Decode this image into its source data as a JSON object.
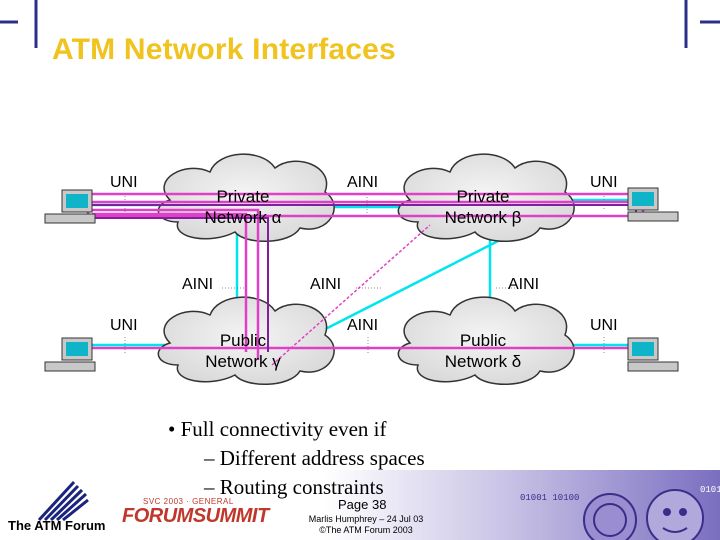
{
  "title": "ATM Network Interfaces",
  "labels": {
    "uni_top_left": "UNI",
    "aini_top": "AINI",
    "uni_top_right": "UNI",
    "aini_mid_left": "AINI",
    "aini_mid_center": "AINI",
    "aini_mid_right": "AINI",
    "uni_bottom_left": "UNI",
    "aini_bottom": "AINI",
    "uni_bottom_right": "UNI"
  },
  "networks": {
    "alpha": {
      "line1": "Private",
      "line2": "Network α"
    },
    "beta": {
      "line1": "Private",
      "line2": "Network β"
    },
    "gamma": {
      "line1": "Public",
      "line2": "Network γ"
    },
    "delta": {
      "line1": "Public",
      "line2": "Network δ"
    }
  },
  "bullets": {
    "main": "• Full connectivity even if",
    "sub1": "– Different address spaces",
    "sub2": "– Routing constraints"
  },
  "footer": {
    "page": "Page 38",
    "author": "Marlis Humphrey – 24 Jul 03",
    "copyright": "©The ATM Forum 2003",
    "org": "The ATM Forum",
    "summit_top": "SVC 2003 · GENERAL",
    "summit": "FORUMSUMMIT"
  },
  "colors": {
    "title": "#f0c31e",
    "frame": "#2b2f8a",
    "link_cyan": "#00e5ee",
    "path_magenta": "#e040c8",
    "path_purple": "#8020a0"
  }
}
